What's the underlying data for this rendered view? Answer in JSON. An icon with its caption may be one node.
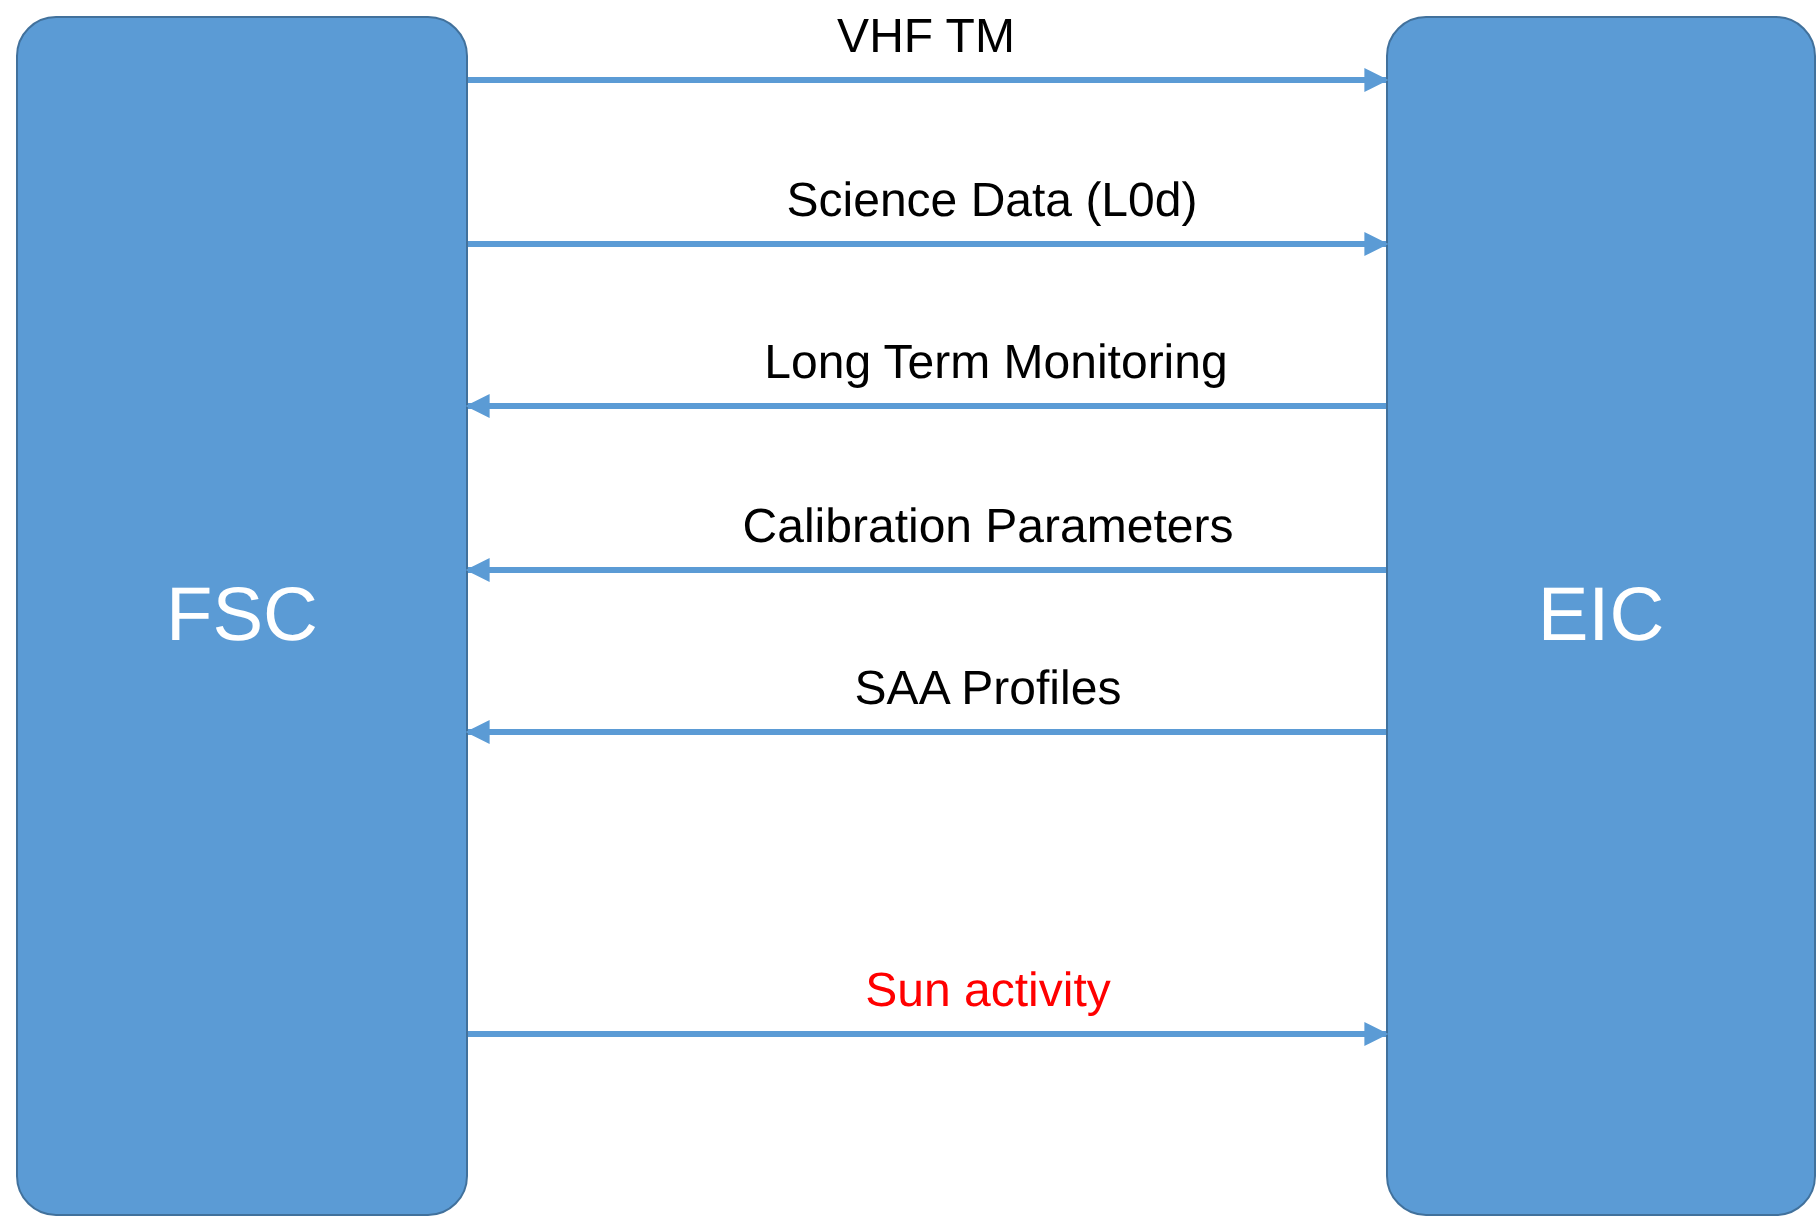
{
  "diagram": {
    "nodes": [
      {
        "text": [
          "FSC"
        ]
      },
      {
        "text": [
          "EIC"
        ]
      }
    ],
    "edges": [
      {
        "from": 0,
        "to": 1,
        "arrow": "to",
        "label": "VHF TM"
      },
      {
        "from": 0,
        "to": 1,
        "arrow": "to",
        "label": "Science Data (L0d)"
      },
      {
        "from": 1,
        "to": 0,
        "arrow": "to",
        "label": "Long Term Monitoring"
      },
      {
        "from": 1,
        "to": 0,
        "arrow": "to",
        "label": "Calibration Parameters"
      },
      {
        "from": 1,
        "to": 0,
        "arrow": "to",
        "label": "SAA Profiles"
      },
      {
        "from": 0,
        "to": 1,
        "arrow": "to",
        "label": "Sun activity"
      }
    ]
  }
}
